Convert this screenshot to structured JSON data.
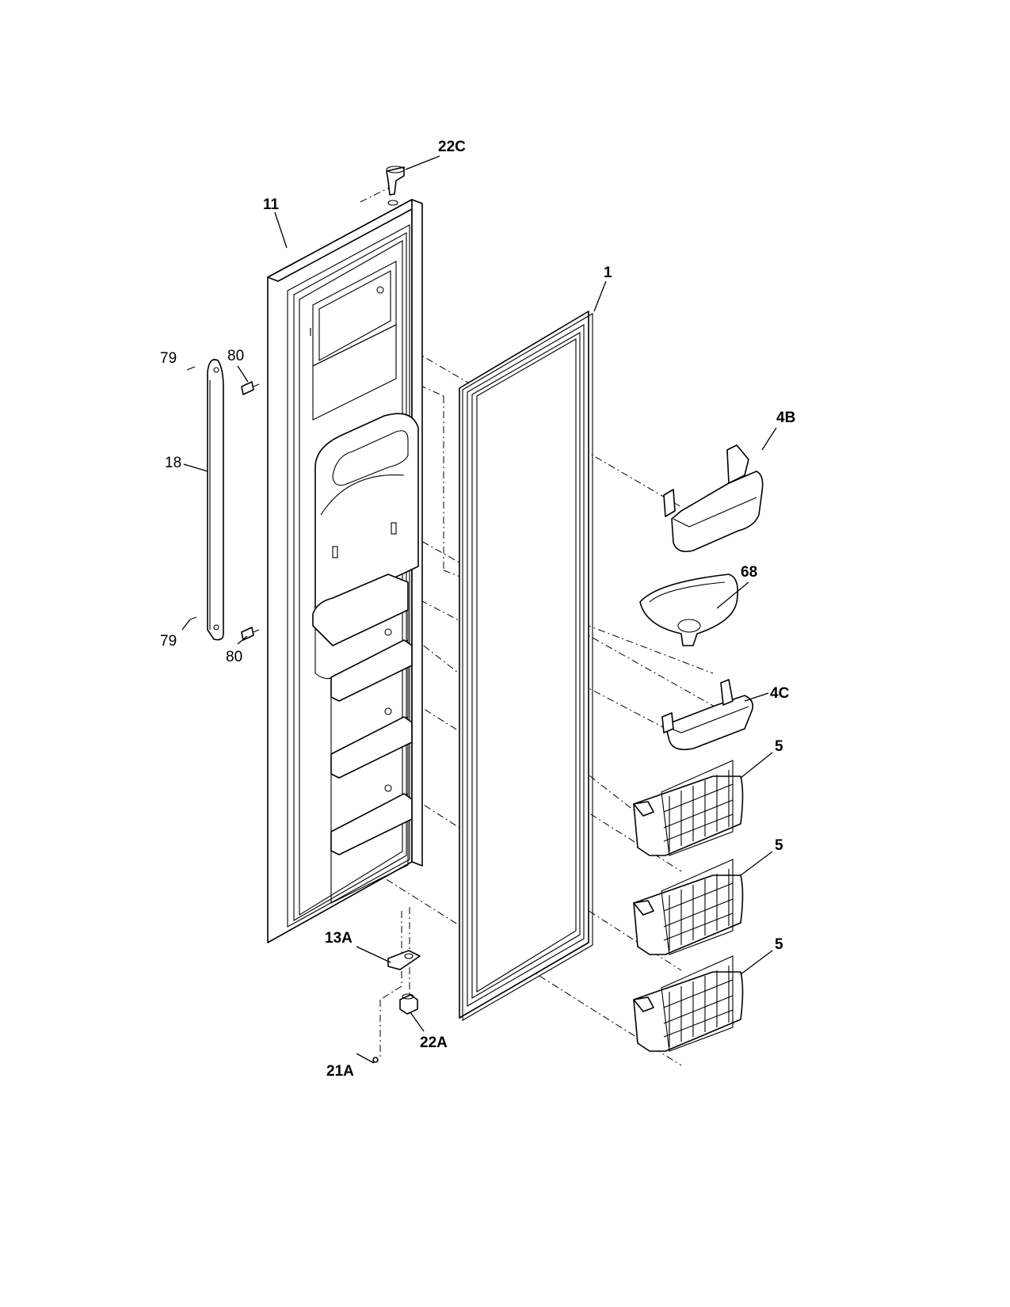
{
  "callouts": [
    {
      "id": "c-22c",
      "text": "22C"
    },
    {
      "id": "c-11",
      "text": "11"
    },
    {
      "id": "c-1",
      "text": "1"
    },
    {
      "id": "c-4b",
      "text": "4B"
    },
    {
      "id": "c-79a",
      "text": "79"
    },
    {
      "id": "c-80a",
      "text": "80"
    },
    {
      "id": "c-18",
      "text": "18"
    },
    {
      "id": "c-68",
      "text": "68"
    },
    {
      "id": "c-79b",
      "text": "79"
    },
    {
      "id": "c-80b",
      "text": "80"
    },
    {
      "id": "c-4c",
      "text": "4C"
    },
    {
      "id": "c-5a",
      "text": "5"
    },
    {
      "id": "c-5b",
      "text": "5"
    },
    {
      "id": "c-5c",
      "text": "5"
    },
    {
      "id": "c-13a",
      "text": "13A"
    },
    {
      "id": "c-22a",
      "text": "22A"
    },
    {
      "id": "c-21a",
      "text": "21A"
    }
  ],
  "colors": {
    "line": "#000000",
    "background": "#ffffff"
  }
}
